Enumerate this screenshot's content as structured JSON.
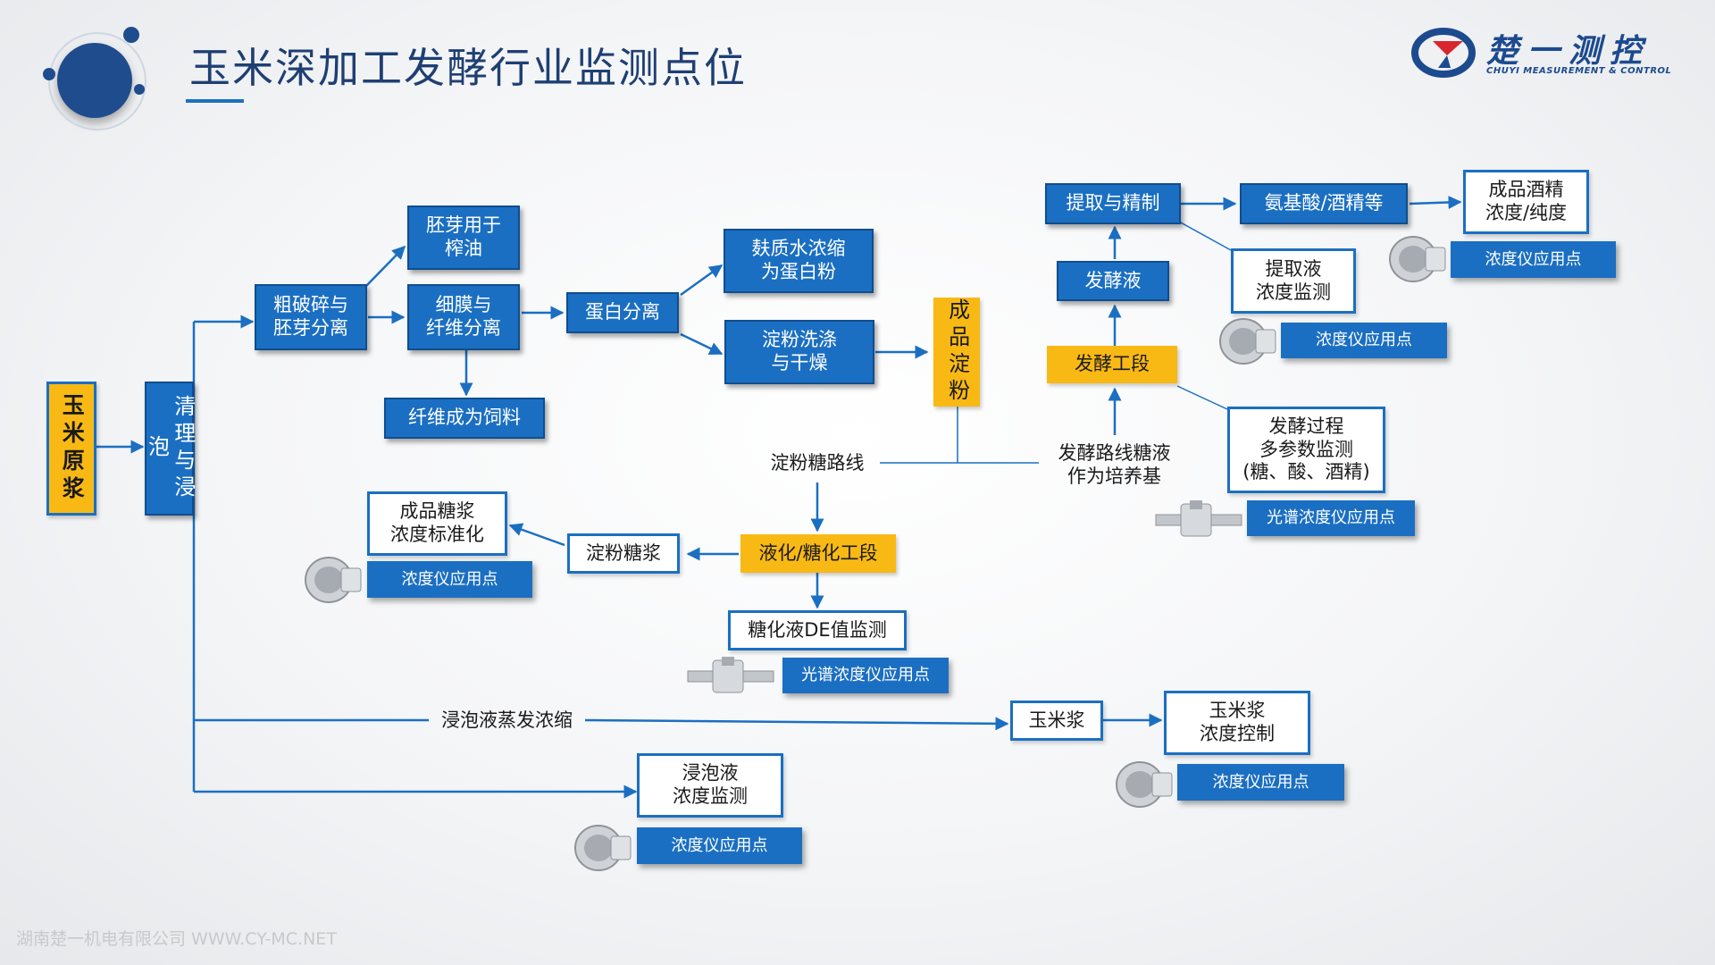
{
  "header": {
    "title": "玉米深加工发酵行业监测点位"
  },
  "logo": {
    "name": "楚一测控",
    "sub": "CHUYI MEASUREMENT & CONTROL"
  },
  "watermark": "湖南楚一机电有限公司 WWW.CY-MC.NET",
  "colors": {
    "primary_blue": "#1b6fc2",
    "highlight_yellow": "#f9b914",
    "title_blue": "#1f3f73"
  },
  "nodes": {
    "raw": "玉米原浆",
    "clean": "清理与浸泡",
    "coarse": "粗破碎与\n胚芽分离",
    "germ": "胚芽用于\n榨油",
    "fine": "细膜与\n纤维分离",
    "fiber": "纤维成为饲料",
    "protein": "蛋白分离",
    "gluten": "麸质水浓缩\n为蛋白粉",
    "wash": "淀粉洗涤\n与干燥",
    "starch": "成品淀粉",
    "starch_route": "淀粉糖路线",
    "liquef": "液化/糖化工段",
    "syrup": "淀粉糖浆",
    "syrup_std": "成品糖浆\n浓度标准化",
    "de": "糖化液DE值监测",
    "ferm_route": "发酵路线糖液\n作为培养基",
    "ferm_stage": "发酵工段",
    "ferm_liquid": "发酵液",
    "extract": "提取与精制",
    "amino": "氨基酸/酒精等",
    "product": "成品酒精\n浓度/纯度",
    "extract_mon": "提取液\n浓度监测",
    "ferm_proc": "发酵过程\n多参数监测\n(糖、酸、酒精)",
    "soak_evap": "浸泡液蒸发浓缩",
    "corn_slurry": "玉米浆",
    "corn_ctrl": "玉米浆\n浓度控制",
    "soak_mon": "浸泡液\n浓度监测"
  },
  "tags": {
    "density": "浓度仪应用点",
    "spectral": "光谱浓度仪应用点"
  },
  "icons": {
    "density_sensor": "density-meter-icon",
    "spectral_sensor": "spectral-sensor-icon"
  }
}
